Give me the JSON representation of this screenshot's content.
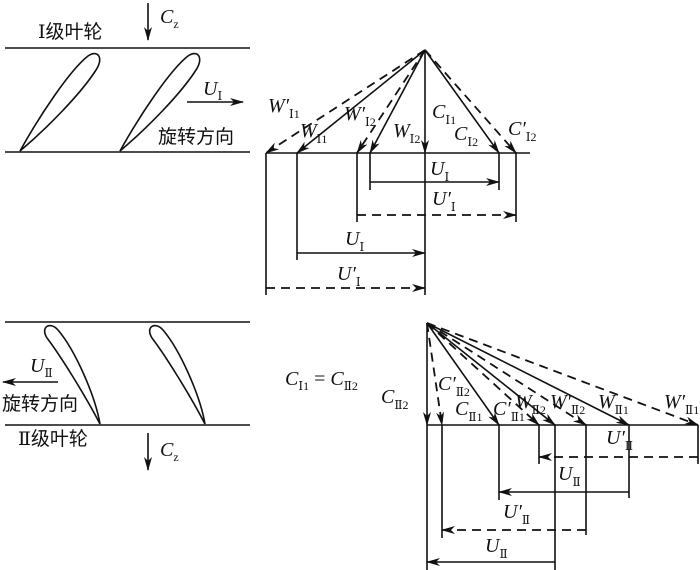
{
  "stage1": {
    "title": "Ⅰ级叶轮",
    "rotation": "旋转方向",
    "axial": {
      "main": "C",
      "sub": "z"
    },
    "blade_speed": {
      "main": "U",
      "sub": "Ⅰ"
    }
  },
  "stage2": {
    "title": "Ⅱ级叶轮",
    "rotation": "旋转方向",
    "axial": {
      "main": "C",
      "sub": "z"
    },
    "blade_speed": {
      "main": "U",
      "sub": "Ⅱ"
    }
  },
  "equation": {
    "lhs": "C",
    "lhs_sub": "Ⅰ1",
    "eq": " = ",
    "rhs": "C",
    "rhs_sub": "Ⅱ2"
  },
  "top_labels": [
    {
      "main": "W′",
      "sub": "Ⅰ1"
    },
    {
      "main": "W",
      "sub": "Ⅰ1"
    },
    {
      "main": "W′",
      "sub": "Ⅰ2"
    },
    {
      "main": "W",
      "sub": "Ⅰ2"
    },
    {
      "main": "C",
      "sub": "Ⅰ1"
    },
    {
      "main": "C",
      "sub": "Ⅰ2"
    },
    {
      "main": "C′",
      "sub": "Ⅰ2"
    },
    {
      "main": "U",
      "sub": "Ⅰ"
    },
    {
      "main": "U′",
      "sub": "Ⅰ"
    },
    {
      "main": "U",
      "sub": "Ⅰ"
    },
    {
      "main": "U′",
      "sub": "Ⅰ"
    }
  ],
  "bottom_labels": [
    {
      "main": "C",
      "sub": "Ⅱ2"
    },
    {
      "main": "C′",
      "sub": "Ⅱ2"
    },
    {
      "main": "C",
      "sub": "Ⅱ1"
    },
    {
      "main": "C′",
      "sub": "Ⅱ1"
    },
    {
      "main": "W",
      "sub": "Ⅱ2"
    },
    {
      "main": "W′",
      "sub": "Ⅱ2"
    },
    {
      "main": "W",
      "sub": "Ⅱ1"
    },
    {
      "main": "W′",
      "sub": "Ⅱ1"
    },
    {
      "main": "U′",
      "sub": "Ⅱ"
    },
    {
      "main": "U",
      "sub": "Ⅱ"
    },
    {
      "main": "U′",
      "sub": "Ⅱ"
    },
    {
      "main": "U",
      "sub": "Ⅱ"
    }
  ]
}
